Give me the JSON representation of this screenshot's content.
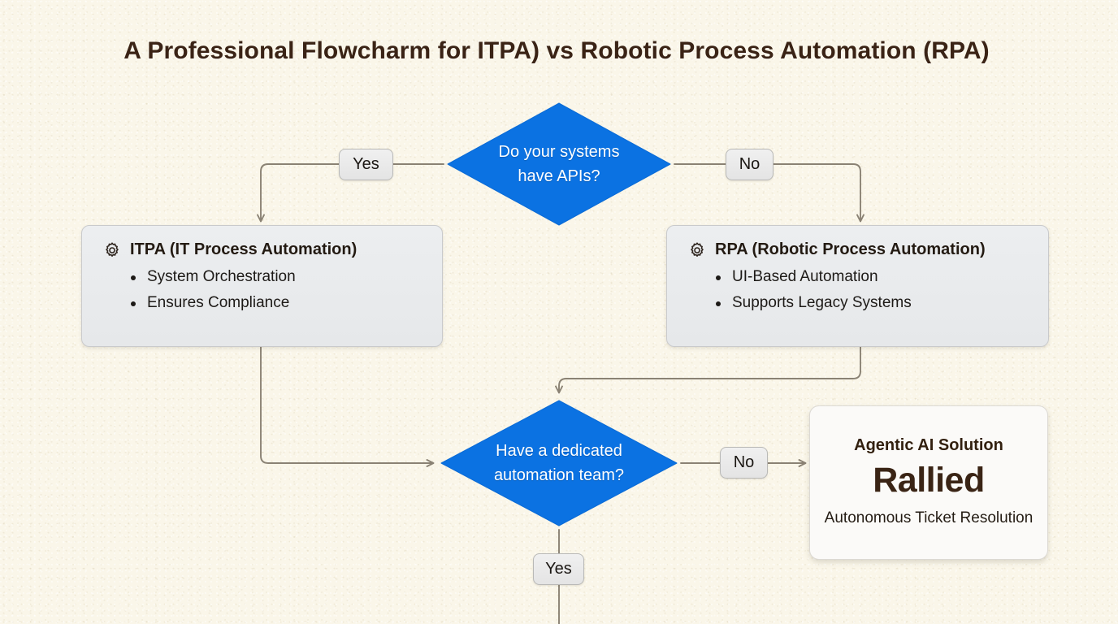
{
  "title": "A Professional Flowcharm for ITPA) vs Robotic Process Automation (RPA)",
  "colors": {
    "background": "#faf6e9",
    "decision_blue": "#0b72e2",
    "title_brown": "#3a2315",
    "box_gray": "#e9eaec",
    "connector": "#8a8274"
  },
  "nodes": {
    "decision_api": {
      "type": "decision",
      "text": "Do your systems\nhave APIs?"
    },
    "decision_team": {
      "type": "decision",
      "text": "Have a dedicated\nautomation team?"
    },
    "itpa": {
      "type": "process",
      "icon": "gear-icon",
      "title": "ITPA (IT Process Automation)",
      "bullets": [
        "System Orchestration",
        "Ensures Compliance"
      ]
    },
    "rpa": {
      "type": "process",
      "icon": "gear-icon",
      "title": "RPA (Robotic Process Automation)",
      "bullets": [
        "UI-Based Automation",
        "Supports Legacy Systems"
      ]
    },
    "solution": {
      "type": "result-card",
      "kicker": "Agentic AI Solution",
      "brand": "Rallied",
      "subtitle": "Autonomous Ticket\nResolution"
    }
  },
  "edge_labels": {
    "api_yes": "Yes",
    "api_no": "No",
    "team_no": "No",
    "team_yes": "Yes"
  }
}
